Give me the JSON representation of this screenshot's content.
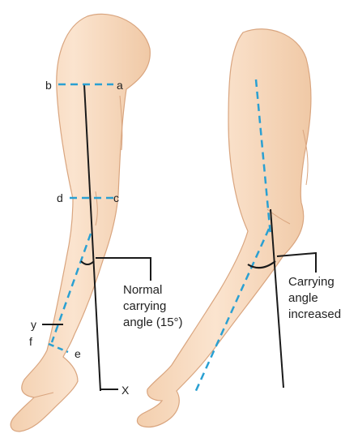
{
  "colors": {
    "skin_fill": "#f8dcc2",
    "skin_edge": "#d9a57f",
    "axis_line": "#1a1a1a",
    "dashed_line": "#2aa0d2",
    "text": "#222222"
  },
  "labels": {
    "a": "a",
    "b": "b",
    "c": "c",
    "d": "d",
    "e": "e",
    "f": "f",
    "y": "y",
    "x": "X"
  },
  "captions": {
    "normal": [
      "Normal",
      "carrying",
      "angle (15°)"
    ],
    "increased": [
      "Carrying",
      "angle",
      "increased"
    ]
  }
}
